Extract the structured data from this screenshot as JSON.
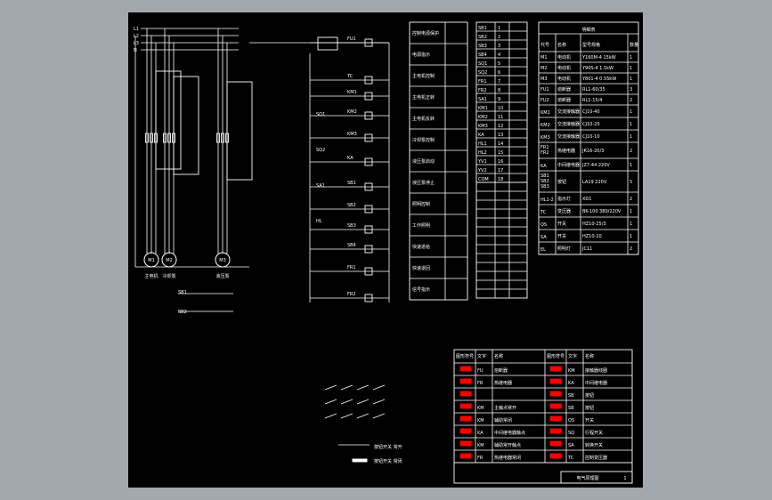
{
  "drawing": {
    "motor_labels": [
      "M1",
      "M2",
      "M3"
    ],
    "motor_captions": [
      "主电机",
      "冷却泵",
      "液压泵"
    ],
    "line_labels": [
      "L1",
      "L2",
      "L3",
      "N"
    ],
    "control_labels": [
      "FU1",
      "TC",
      "KM1",
      "KM2",
      "KM3",
      "KA",
      "SB1",
      "SB2",
      "SB3",
      "SB4",
      "FR1",
      "FR2",
      "SQ1",
      "SQ2",
      "SA1",
      "HL"
    ],
    "function_labels": [
      "控制电源保护",
      "电源指示",
      "主电机控制",
      "主电机正转",
      "主电机反转",
      "冷却泵控制",
      "液压泵启动",
      "液压泵停止",
      "照明控制",
      "工作照明",
      "快速进给",
      "快速退回",
      "信号指示"
    ]
  },
  "io_table": {
    "rows": [
      [
        "SB1",
        "1"
      ],
      [
        "SB2",
        "2"
      ],
      [
        "SB3",
        "3"
      ],
      [
        "SB4",
        "4"
      ],
      [
        "SQ1",
        "5"
      ],
      [
        "SQ2",
        "6"
      ],
      [
        "FR1",
        "7"
      ],
      [
        "FR2",
        "8"
      ],
      [
        "SA1",
        "9"
      ],
      [
        "KM1",
        "10"
      ],
      [
        "KM2",
        "11"
      ],
      [
        "KM3",
        "12"
      ],
      [
        "KA",
        "13"
      ],
      [
        "HL1",
        "14"
      ],
      [
        "HL2",
        "15"
      ],
      [
        "YV1",
        "16"
      ],
      [
        "YV2",
        "17"
      ],
      [
        "COM",
        "18"
      ]
    ]
  },
  "component_table": {
    "title": "明细表",
    "headers": [
      "代号",
      "名称",
      "型号规格",
      "数量"
    ],
    "rows": [
      [
        "M1",
        "电动机",
        "Y160M-4 15kW",
        "1"
      ],
      [
        "M2",
        "电动机",
        "Y90S-4 1.1kW",
        "1"
      ],
      [
        "M3",
        "电动机",
        "Y801-4 0.55kW",
        "1"
      ],
      [
        "FU1",
        "熔断器",
        "RL1-60/35",
        "3"
      ],
      [
        "FU2",
        "熔断器",
        "RL1-15/4",
        "2"
      ],
      [
        "KM1",
        "交流接触器",
        "CJ10-40",
        "1"
      ],
      [
        "KM2",
        "交流接触器",
        "CJ10-20",
        "1"
      ],
      [
        "KM3",
        "交流接触器",
        "CJ10-10",
        "1"
      ],
      [
        "FR1 FR2",
        "热继电器",
        "JR16-20/3",
        "2"
      ],
      [
        "KA",
        "中间继电器",
        "JZ7-44 220V",
        "1"
      ],
      [
        "SB1 SB2 SB3",
        "按钮",
        "LA19 220V",
        "5"
      ],
      [
        "HL1-2",
        "指示灯",
        "XD1",
        "2"
      ],
      [
        "TC",
        "变压器",
        "BK-100 380/220V",
        "1"
      ],
      [
        "QS",
        "开关",
        "HZ10-25/3",
        "1"
      ],
      [
        "SA",
        "开关",
        "HZ10-10",
        "1"
      ],
      [
        "EL",
        "照明灯",
        "JC11",
        "2"
      ]
    ]
  },
  "legend": {
    "headers": [
      "图形符号",
      "文字",
      "名称",
      "图形符号",
      "文字",
      "名称"
    ],
    "rows": [
      [
        "",
        "FU",
        "熔断器",
        "",
        "KM",
        "接触器线圈"
      ],
      [
        "",
        "FR",
        "热继电器",
        "",
        "KA",
        "中间继电器"
      ],
      [
        "",
        "",
        "",
        "",
        "SB",
        "按钮"
      ],
      [
        "",
        "KM",
        "主触点常开",
        "",
        "SB",
        "按钮"
      ],
      [
        "",
        "KM",
        "辅助常闭",
        "",
        "QS",
        "开关"
      ],
      [
        "",
        "KA",
        "中间继电器触点",
        "",
        "SQ",
        "行程开关"
      ],
      [
        "",
        "KM",
        "辅助常开触点",
        "",
        "SA",
        "转换开关"
      ],
      [
        "",
        "FR",
        "热继电器常闭",
        "",
        "TC",
        "控制变压器"
      ]
    ],
    "title_block": {
      "name": "电气原理图",
      "sheet": "1"
    }
  },
  "misc": {
    "note_a": "SB1",
    "note_b": "SB2",
    "note_c": "按钮开关 常开",
    "note_d": "按钮开关 常闭"
  },
  "colors": {
    "background": "#000000",
    "line": "#ffffff",
    "symbol": "#ff0000",
    "frame": "#a3a7ae"
  }
}
